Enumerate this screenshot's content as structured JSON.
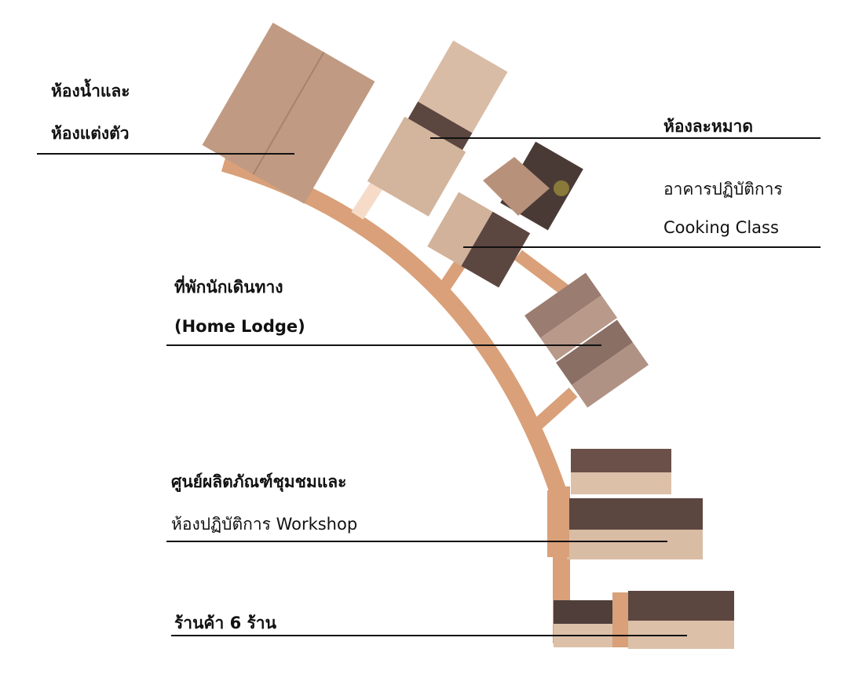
{
  "labels": {
    "restroom": [
      "ห้องน้ำและ",
      "ห้องแต่งตัว"
    ],
    "prayer_room": [
      "ห้องละหมาด"
    ],
    "cooking": [
      "อาคารปฏิบัติการ",
      "Cooking Class"
    ],
    "lodge": [
      "ที่พักนักเดินทาง",
      "(Home Lodge)"
    ],
    "workshop": [
      "ศูนย์ผลิตภัณฑ์ชุมชมและ",
      "ห้องปฏิบัติการ Workshop"
    ],
    "shops": [
      "ร้านค้า 6 ร้าน"
    ]
  },
  "colors": {
    "path": "#d9a079",
    "roof_light": "#c9a58c",
    "roof_pale": "#d8bca5",
    "roof_dark": "#5c4640",
    "roof_mid": "#8a6f64"
  }
}
